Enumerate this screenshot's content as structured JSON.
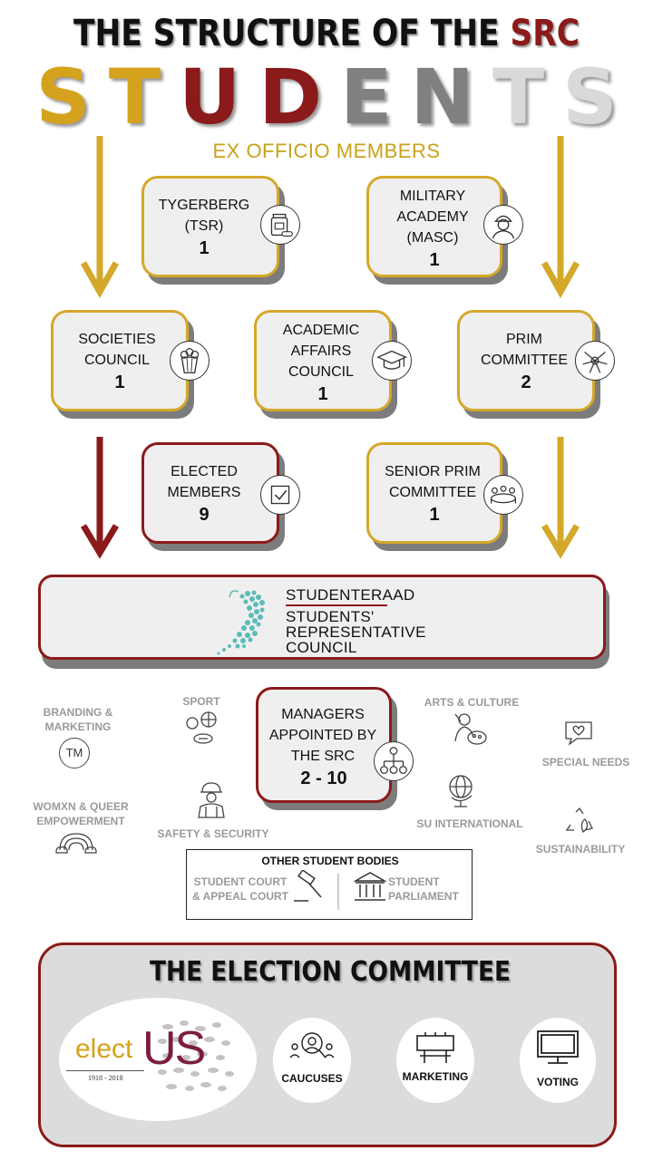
{
  "title": {
    "main": "THE STRUCTURE OF THE ",
    "accent": "SRC"
  },
  "students_word": {
    "letters": [
      {
        "char": "S",
        "color": "#d4a21c"
      },
      {
        "char": "T",
        "color": "#d4a21c"
      },
      {
        "char": "U",
        "color": "#8b1a1a"
      },
      {
        "char": "D",
        "color": "#8b1a1a"
      },
      {
        "char": "E",
        "color": "#808080"
      },
      {
        "char": "N",
        "color": "#808080"
      },
      {
        "char": "T",
        "color": "#d9d9d9"
      },
      {
        "char": "S",
        "color": "#d9d9d9"
      }
    ]
  },
  "ex_officio_label": "EX OFFICIO MEMBERS",
  "boxes": {
    "tygerberg": {
      "label": "TYGERBERG\n(TSR)",
      "count": "1"
    },
    "military": {
      "label": "MILITARY\nACADEMY\n(MASC)",
      "count": "1"
    },
    "societies": {
      "label": "SOCIETIES\nCOUNCIL",
      "count": "1"
    },
    "academic": {
      "label": "ACADEMIC\nAFFAIRS\nCOUNCIL",
      "count": "1"
    },
    "prim": {
      "label": "PRIM\nCOMMITTEE",
      "count": "2"
    },
    "elected": {
      "label": "ELECTED\nMEMBERS",
      "count": "9"
    },
    "senior_prim": {
      "label": "SENIOR PRIM\nCOMMITTEE",
      "count": "1"
    },
    "managers": {
      "label": "MANAGERS\nAPPOINTED BY\nTHE SRC",
      "count": "2 - 10"
    }
  },
  "src_banner": {
    "line1": "STUDENTERAAD",
    "line2": "STUDENTS'",
    "line3": "REPRESENTATIVE",
    "line4": "COUNCIL"
  },
  "portfolios": {
    "branding": "BRANDING &\nMARKETING",
    "sport": "SPORT",
    "arts": "ARTS & CULTURE",
    "special_needs": "SPECIAL NEEDS",
    "womxn": "WOMXN & QUEER\nEMPOWERMENT",
    "safety": "SAFETY & SECURITY",
    "su_international": "SU INTERNATIONAL",
    "sustainability": "SUSTAINABILITY",
    "tm_symbol": "TM"
  },
  "other_bodies": {
    "title": "OTHER STUDENT BODIES",
    "court": "STUDENT COURT\n& APPEAL COURT",
    "parliament": "STUDENT\nPARLIAMENT"
  },
  "election": {
    "title": "THE ELECTION COMMITTEE",
    "logo_elect": "elect",
    "logo_us": "US",
    "logo_years": "1918 - 2018",
    "items": [
      "CAUCUSES",
      "MARKETING",
      "VOTING"
    ]
  },
  "colors": {
    "gold": "#d4a82a",
    "maroon": "#8b1a1a",
    "grey_shadow": "#7c7c7c",
    "teal": "#5bbcb8"
  }
}
